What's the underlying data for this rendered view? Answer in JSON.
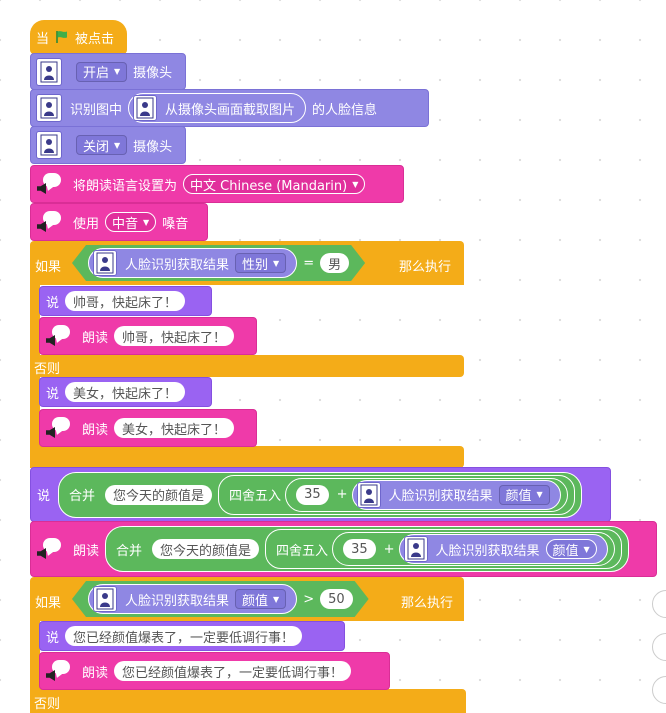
{
  "when_flag": {
    "prefix": "当",
    "suffix": "被点击",
    "flag_color": "#3fae49"
  },
  "camera_on": {
    "state": "开启",
    "label": "摄像头"
  },
  "recognize": {
    "prefix": "识别图中",
    "inner": "从摄像头画面截取图片",
    "suffix": "的人脸信息"
  },
  "camera_off": {
    "state": "关闭",
    "label": "摄像头"
  },
  "set_lang": {
    "label": "将朗读语言设置为",
    "value": "中文 Chinese (Mandarin)"
  },
  "use_voice": {
    "prefix": "使用",
    "value": "中音",
    "suffix": "嗓音"
  },
  "if1": {
    "if_label": "如果",
    "reporter": "人脸识别获取结果",
    "attr": "性别",
    "op": "=",
    "value": "男",
    "then_label": "那么执行",
    "say_label": "说",
    "say_text": "帅哥，快起床了！",
    "speak_label": "朗读",
    "speak_text": "帅哥，快起床了！",
    "else_label": "否则",
    "else_say_text": "美女，快起床了！",
    "else_speak_text": "美女，快起床了！"
  },
  "say_join": {
    "say_label": "说",
    "join_label": "合并",
    "text": "您今天的颜值是",
    "round_label": "四舍五入",
    "num": "35",
    "plus": "+",
    "reporter": "人脸识别获取结果",
    "attr": "颜值"
  },
  "speak_join": {
    "speak_label": "朗读",
    "join_label": "合并",
    "text": "您今天的颜值是",
    "round_label": "四舍五入",
    "num": "35",
    "plus": "+",
    "reporter": "人脸识别获取结果",
    "attr": "颜值"
  },
  "if2": {
    "if_label": "如果",
    "reporter": "人脸识别获取结果",
    "attr": "颜值",
    "op": ">",
    "value": "50",
    "then_label": "那么执行",
    "say_label": "说",
    "say_text": "您已经颜值爆表了，一定要低调行事！",
    "speak_label": "朗读",
    "speak_text": "您已经颜值爆表了，一定要低调行事！",
    "else_label": "否则"
  }
}
